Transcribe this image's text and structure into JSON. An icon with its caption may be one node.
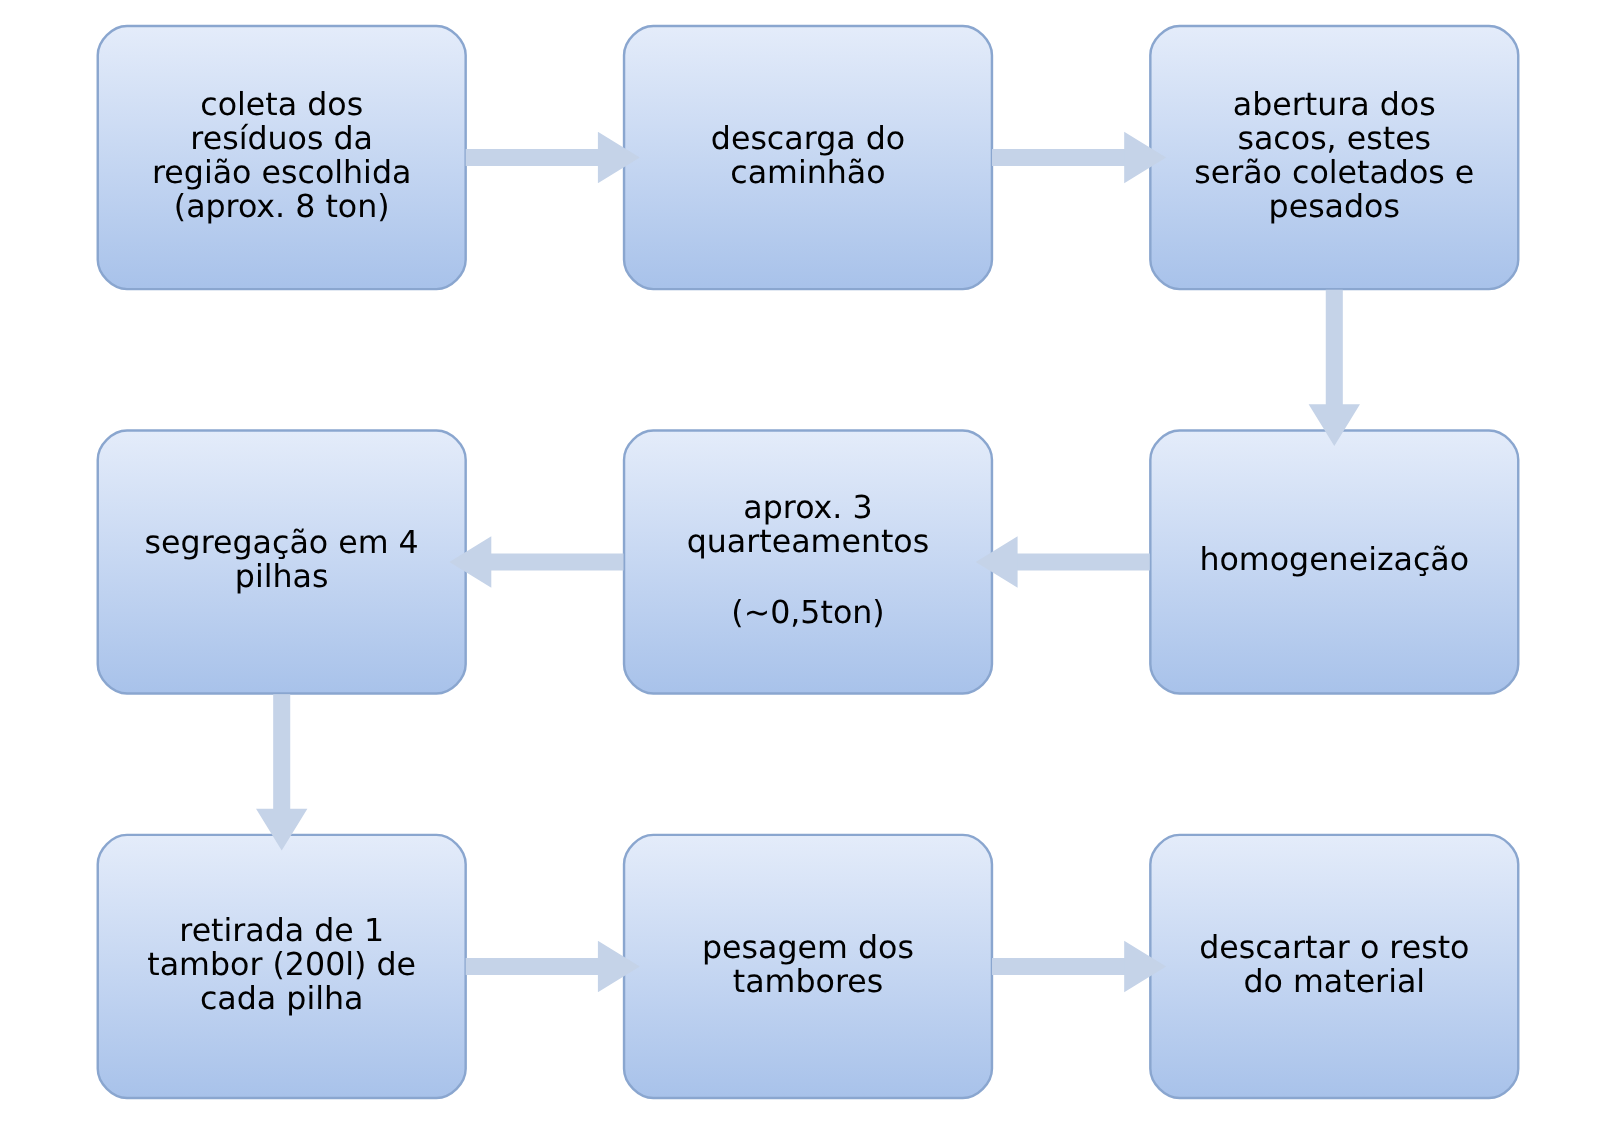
{
  "diagram": {
    "nodes": [
      {
        "text": [
          "coleta dos resíduos da região escolhida (aprox. 8 ton)"
        ]
      },
      {
        "text": [
          "descarga do caminhão"
        ]
      },
      {
        "text": [
          "abertura dos sacos, estes serão coletados e pesados"
        ]
      },
      {
        "text": [
          "segregação em 4 pilhas"
        ]
      },
      {
        "text": [
          "aprox. 3 quarteamentos",
          "(~0,5ton)"
        ]
      },
      {
        "text": [
          "homogeneização"
        ]
      },
      {
        "text": [
          "retirada de 1 tambor (200l) de cada pilha"
        ]
      },
      {
        "text": [
          "pesagem dos tambores"
        ]
      },
      {
        "text": [
          "descartar o resto do material"
        ]
      }
    ],
    "edges": [
      {
        "from": 0,
        "to": 1,
        "arrow": "to"
      },
      {
        "from": 1,
        "to": 2,
        "arrow": "to"
      },
      {
        "from": 2,
        "to": 5,
        "arrow": "to"
      },
      {
        "from": 5,
        "to": 4,
        "arrow": "to"
      },
      {
        "from": 4,
        "to": 3,
        "arrow": "to"
      },
      {
        "from": 3,
        "to": 6,
        "arrow": "to"
      },
      {
        "from": 6,
        "to": 7,
        "arrow": "to"
      },
      {
        "from": 7,
        "to": 8,
        "arrow": "to"
      }
    ]
  }
}
